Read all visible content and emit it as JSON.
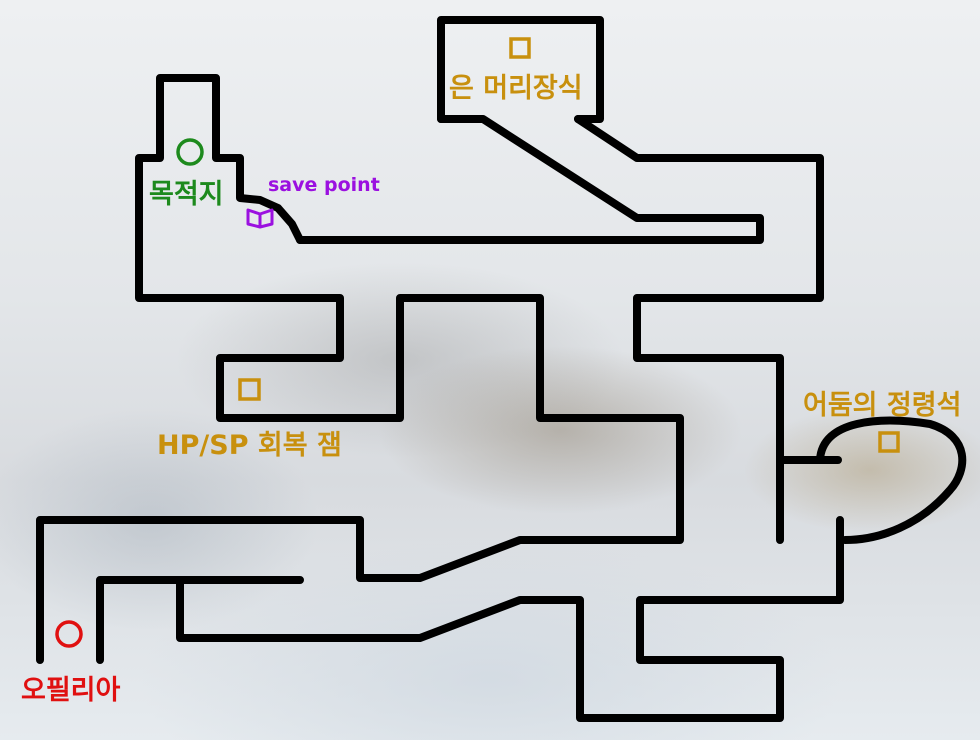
{
  "map": {
    "background": "snowy town screenshot (faded)",
    "colors": {
      "wall": "#000000",
      "treasure": "#c8900e",
      "destination": "#1d8a1d",
      "npc": "#e01010",
      "save": "#9b10e0"
    },
    "labels": {
      "silver_hairpin": "은 머리장식",
      "destination": "목적지",
      "save_point": "save point",
      "hp_sp_gem": "HP/SP 회복 잼",
      "dark_spirit_stone": "어둠의 정령석",
      "ophilia": "오필리아"
    },
    "markers": [
      {
        "id": "silver_hairpin",
        "icon": "treasure-square-icon"
      },
      {
        "id": "destination",
        "icon": "destination-circle-icon"
      },
      {
        "id": "save_point",
        "icon": "open-book-icon"
      },
      {
        "id": "hp_sp_gem",
        "icon": "treasure-square-icon"
      },
      {
        "id": "dark_spirit_stone",
        "icon": "treasure-square-icon"
      },
      {
        "id": "ophilia",
        "icon": "npc-circle-icon"
      }
    ]
  }
}
